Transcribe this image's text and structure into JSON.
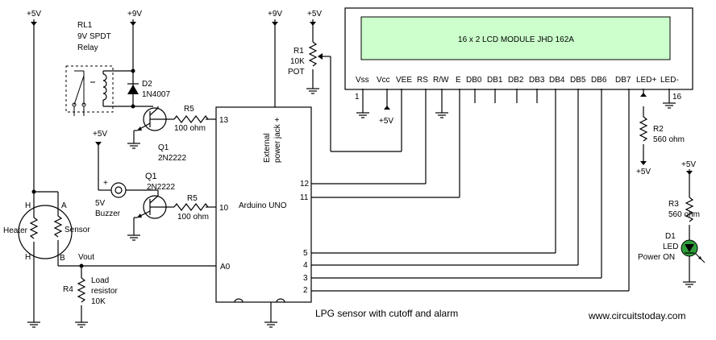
{
  "rails": {
    "supply_5v": "+5V",
    "supply_9v": "+9V"
  },
  "relay": {
    "ref": "RL1",
    "line1": "9V SPDT",
    "line2": "Relay"
  },
  "diode": {
    "ref": "D2",
    "part": "1N4007"
  },
  "resistor_r5_top": {
    "ref": "R5",
    "value": "100 ohm"
  },
  "transistor_top": {
    "ref": "Q1",
    "part": "2N2222"
  },
  "transistor_bottom": {
    "ref": "Q1",
    "part": "2N2222"
  },
  "resistor_r5_bottom": {
    "ref": "R5",
    "value": "100 ohm"
  },
  "buzzer": {
    "line1": "5V",
    "line2": "Buzzer"
  },
  "sensor": {
    "heater": "Heater",
    "sensor": "Sensor",
    "h": "H",
    "a": "A",
    "b": "B",
    "vout": "Vout"
  },
  "load_resistor": {
    "ref": "R4",
    "line1": "Load",
    "line2": "resistor",
    "line3": "10K"
  },
  "pot": {
    "ref": "R1",
    "value": "10K",
    "type": "POT"
  },
  "arduino": {
    "name": "Arduino UNO",
    "jack_line1": "External",
    "jack_line2": "power jack +",
    "pins": {
      "p13": "13",
      "p10": "10",
      "p12": "12",
      "p11": "11",
      "p5": "5",
      "p4": "4",
      "p3": "3",
      "p2": "2",
      "a0": "A0"
    }
  },
  "lcd": {
    "title": "16 x 2 LCD MODULE  JHD   162A",
    "pins": [
      "Vss",
      "Vcc",
      "VEE",
      "RS",
      "R/W",
      "E",
      "DB0",
      "DB1",
      "DB2",
      "DB3",
      "DB4",
      "DB5",
      "DB6",
      "DB7",
      "LED+",
      "LED-"
    ],
    "pin_first": "1",
    "pin_last": "16",
    "screen_color": "#ccffcc"
  },
  "r2": {
    "ref": "R2",
    "value": "560 ohm"
  },
  "r3": {
    "ref": "R3",
    "value": "560 ohm"
  },
  "led": {
    "ref": "D1",
    "type": "LED",
    "label": "Power ON",
    "color": "#2e9e3a"
  },
  "caption": "LPG sensor with cutoff and alarm",
  "website": "www.circuitstoday.com"
}
